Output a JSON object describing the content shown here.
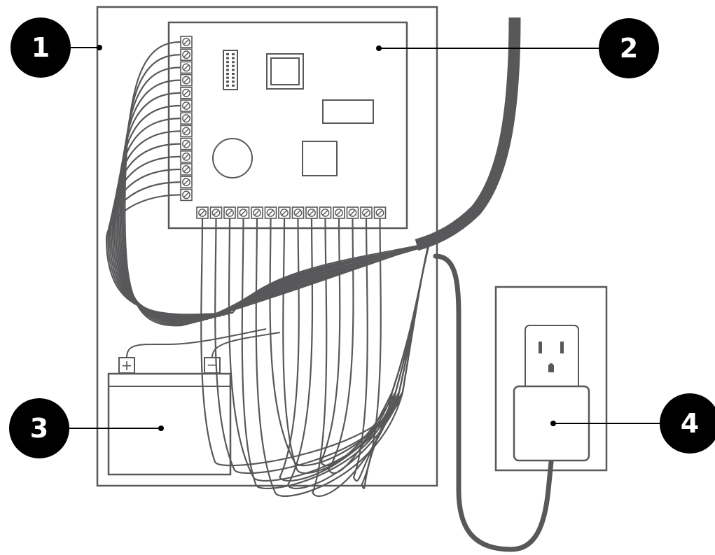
{
  "callouts": [
    {
      "label": "1",
      "target": "enclosure"
    },
    {
      "label": "2",
      "target": "control-panel"
    },
    {
      "label": "3",
      "target": "backup-battery"
    },
    {
      "label": "4",
      "target": "plug-in-transformer"
    }
  ],
  "battery": {
    "positive": "+",
    "negative": "−"
  },
  "colors": {
    "line": "#58585a",
    "callout": "#000000",
    "callout_text": "#ffffff",
    "cable": "#58585a"
  }
}
